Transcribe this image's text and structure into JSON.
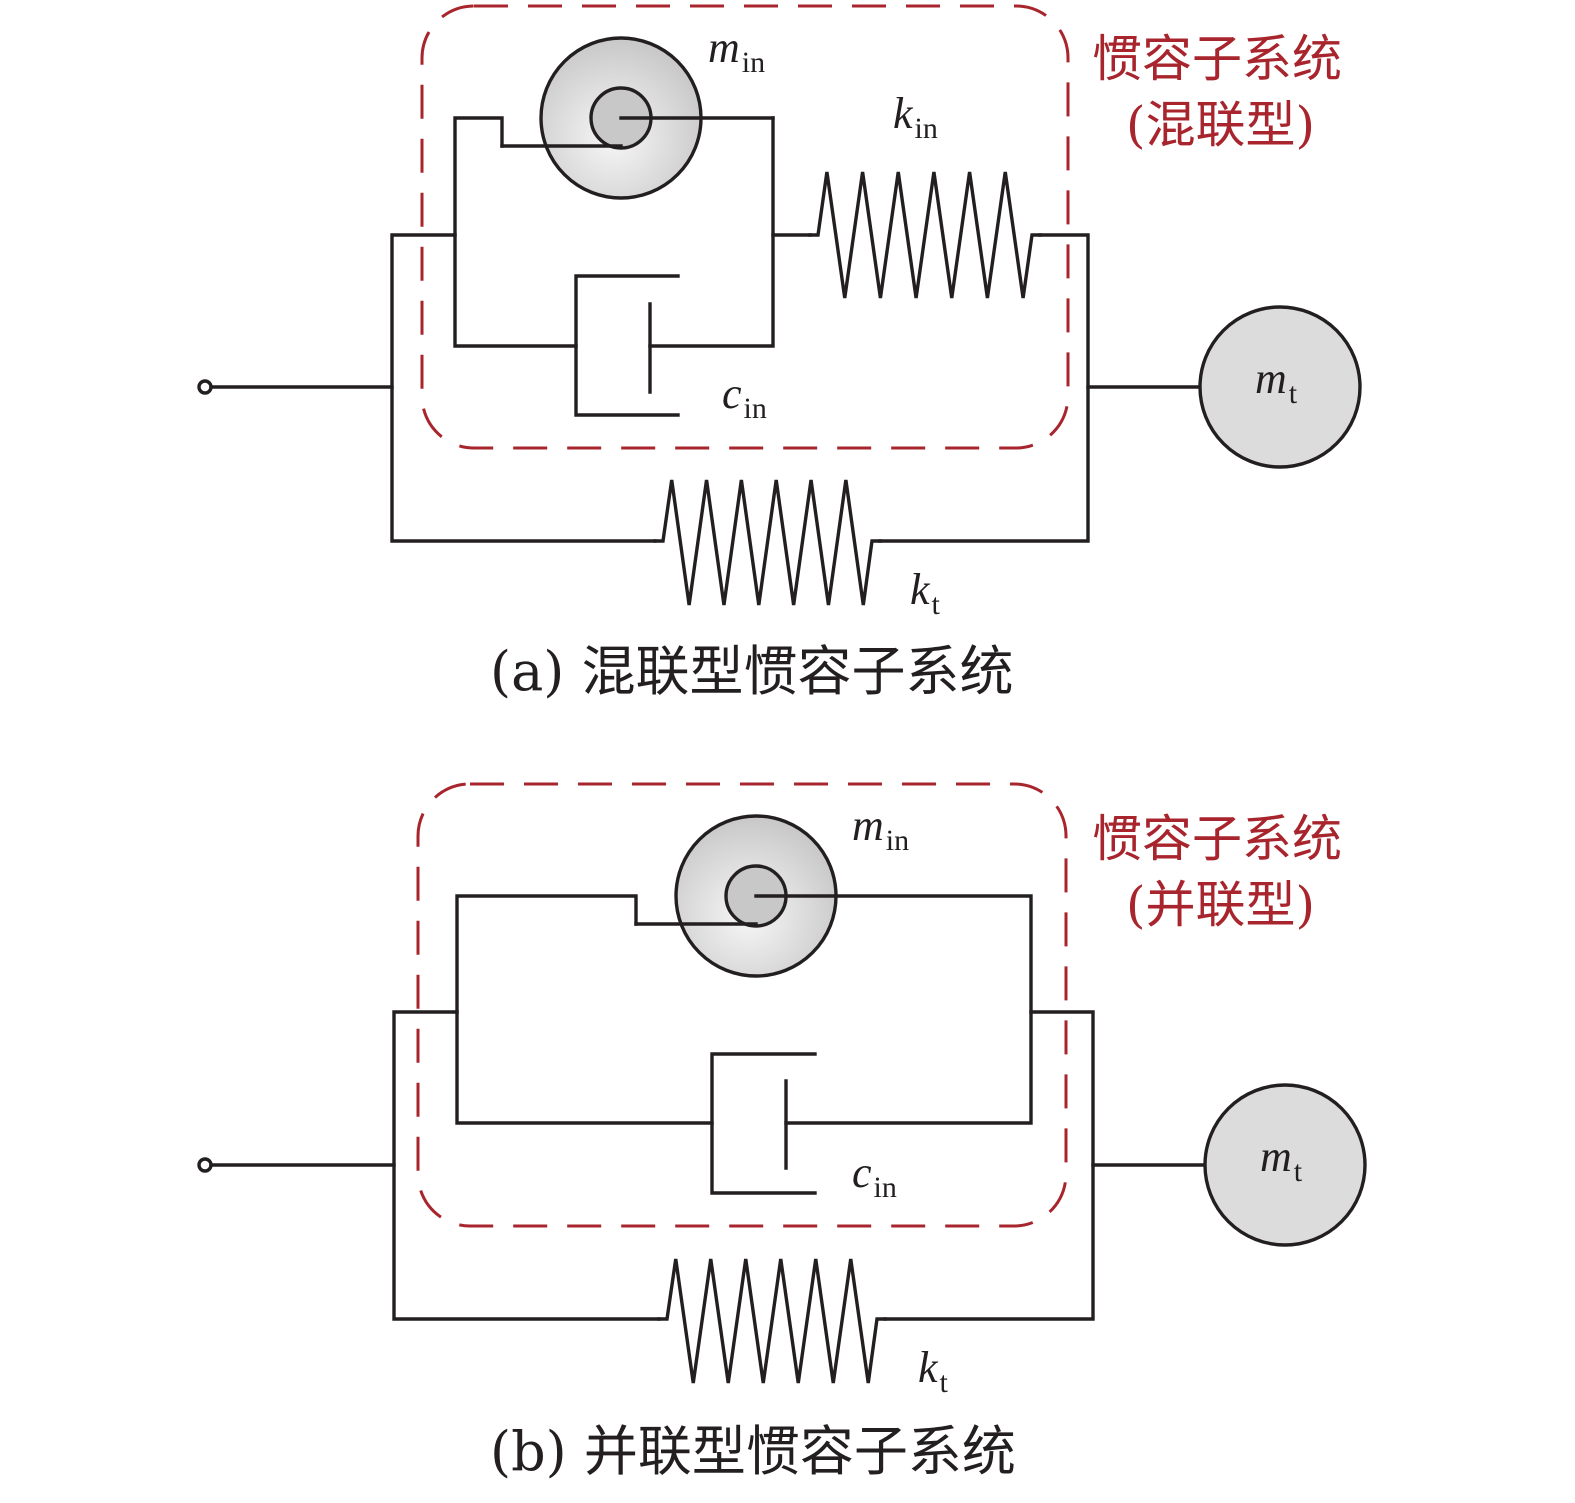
{
  "figure": {
    "panel_a": {
      "caption": "(a) 混联型惯容子系统",
      "box_label_line1": "惯容子系统",
      "box_label_line2": "(混联型)",
      "labels": {
        "inerter": {
          "base": "m",
          "sub": "in"
        },
        "spring_inner": {
          "base": "k",
          "sub": "in"
        },
        "damper": {
          "base": "c",
          "sub": "in"
        },
        "mass": {
          "base": "m",
          "sub": "t"
        },
        "spring_outer": {
          "base": "k",
          "sub": "t"
        }
      }
    },
    "panel_b": {
      "caption": "(b) 并联型惯容子系统",
      "box_label_line1": "惯容子系统",
      "box_label_line2": "(并联型)",
      "labels": {
        "inerter": {
          "base": "m",
          "sub": "in"
        },
        "damper": {
          "base": "c",
          "sub": "in"
        },
        "mass": {
          "base": "m",
          "sub": "t"
        },
        "spring_outer": {
          "base": "k",
          "sub": "t"
        }
      }
    },
    "colors": {
      "line": "#231f20",
      "dashed_box": "#a8252d",
      "mass_fill": "#dcdcdc",
      "inerter_hub_fill": "#c8c8c8"
    }
  }
}
